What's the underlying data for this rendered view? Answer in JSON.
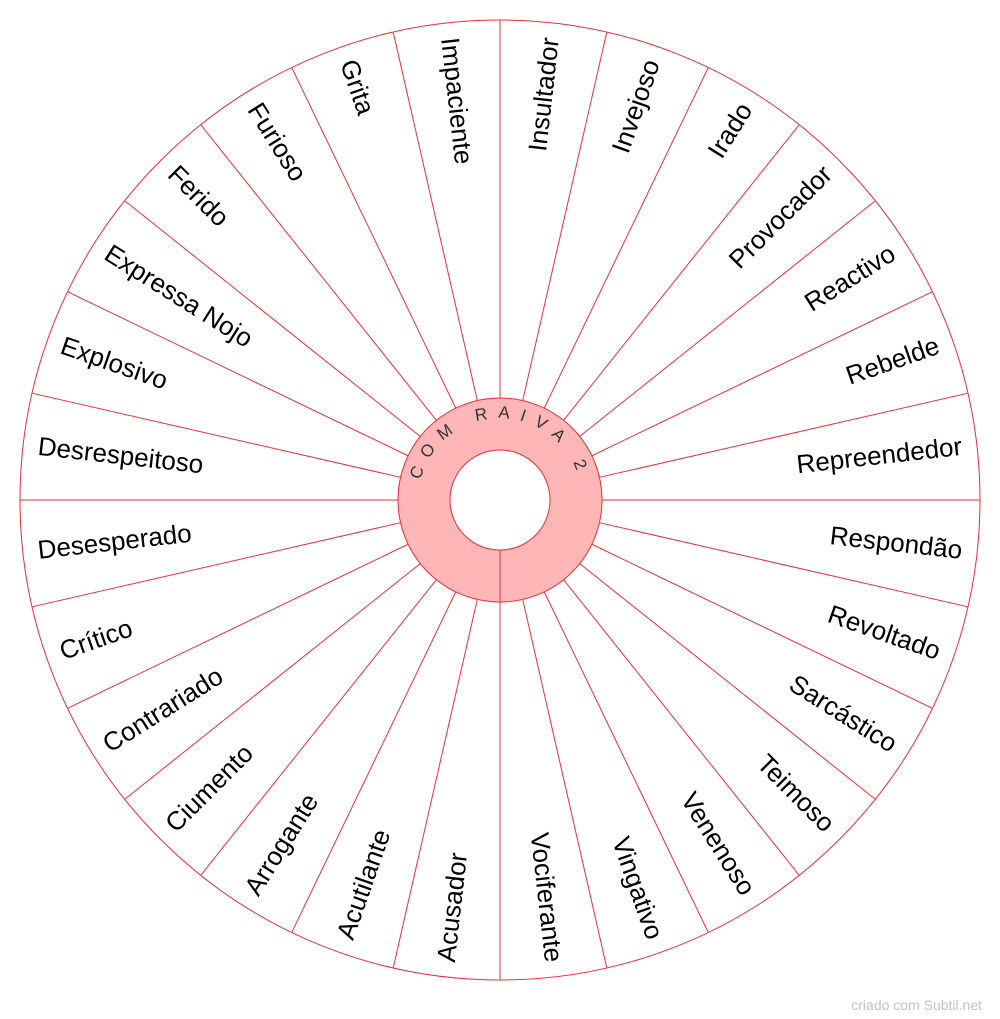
{
  "wheel": {
    "center_label": "COM RAIVA 2",
    "colors": {
      "line": "#e8303a",
      "hub_fill": "#ffb6b6",
      "hub_stroke": "#e8303a"
    },
    "segments": [
      "Insultador",
      "Invejoso",
      "Irado",
      "Provocador",
      "Reactivo",
      "Rebelde",
      "Repreendedor",
      "Respondão",
      "Revoltado",
      "Sarcástico",
      "Teimoso",
      "Venenoso",
      "Vingativo",
      "Vociferante",
      "Acusador",
      "Acutilante",
      "Arrogante",
      "Ciumento",
      "Contrariado",
      "Crítico",
      "Desesperado",
      "Desrespeitoso",
      "Explosivo",
      "Expressa Nojo",
      "Ferido",
      "Furioso",
      "Grita",
      "Impaciente"
    ]
  },
  "footer": {
    "credit": "criado com Subtil.net"
  }
}
